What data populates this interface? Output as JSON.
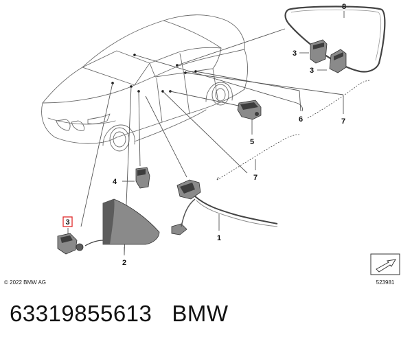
{
  "diagram": {
    "callouts": {
      "c1": "1",
      "c2": "2",
      "c3a": "3",
      "c3b": "3",
      "c3c": "3",
      "c4": "4",
      "c5": "5",
      "c6": "6",
      "c7a": "7",
      "c7b": "7",
      "c8": "8"
    },
    "copyright": "© 2022 BMW AG",
    "diagram_id": "523981"
  },
  "caption": {
    "part_number": "63319855613",
    "brand": "BMW"
  },
  "colors": {
    "line": "#555555",
    "highlight_box": "#e0282a",
    "part_fill": "#8a8a8a",
    "part_dark": "#3d3d3d"
  }
}
